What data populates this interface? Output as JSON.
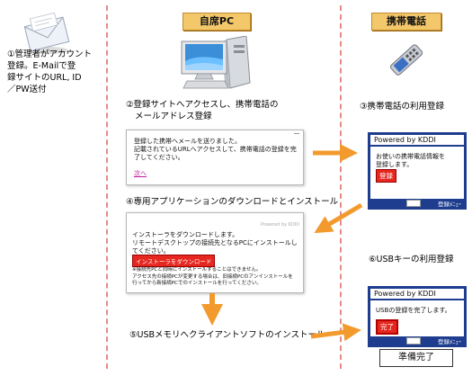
{
  "header": {
    "pc_label": "自席PC",
    "phone_label": "携帯電話"
  },
  "step1": {
    "text_lines": [
      "①管理者がアカウント",
      "登録。E-Mailで登",
      "録サイトのURL, ID",
      "／PW送付"
    ]
  },
  "step2": {
    "title_lines": [
      "②登録サイトへアクセスし、携帯電話の",
      "メールアドレス登録"
    ],
    "screen_lines": [
      "登録した携帯へメールを送りました。",
      "記載されているURLへアクセスして、携帯電話の登録を完",
      "了してください。"
    ],
    "next_link": "次へ"
  },
  "step3": {
    "title": "③携帯電話の利用登録",
    "powered": "Powered by KDDI",
    "lines": [
      "お使いの携帯電話情報を",
      "登録します。"
    ],
    "button": "登録",
    "footer": "登録ﾒﾆｭｰ"
  },
  "step4": {
    "title": "④専用アプリケーションのダウンロードとインストール",
    "corner": "Powered by KDDI",
    "line1": "インストーラをダウンロードします。",
    "line2": "リモートデスクトップの接続先となるPCにインストールしてください。",
    "download_button": "インストーラをダウンロード",
    "notes": [
      "※接続先PCと同時にインストールすることはできません。",
      "アクセス先の接続PCが変更する場合は、旧接続PCのアンインストールを",
      "行ってから新接続PCでのインストールを行ってください。"
    ]
  },
  "step5": {
    "title": "⑤USBメモリへクライアントソフトのインストール"
  },
  "step6": {
    "title": "⑥USBキーの利用登録",
    "powered": "Powered by KDDI",
    "message": "USBの登録を完了します。",
    "button": "完了",
    "footer": "登録ﾒﾆｭｰ",
    "complete_label": "準備完了"
  },
  "colors": {
    "divider": "#e68a8a",
    "header_bg": "#f3c86b",
    "arrow": "#f29a2e",
    "phone_frame": "#1e3d8f",
    "button_red": "#e5271f"
  },
  "icons": {
    "mail": "envelope-icon",
    "pc": "desktop-pc-icon",
    "phone": "mobile-phone-icon"
  }
}
